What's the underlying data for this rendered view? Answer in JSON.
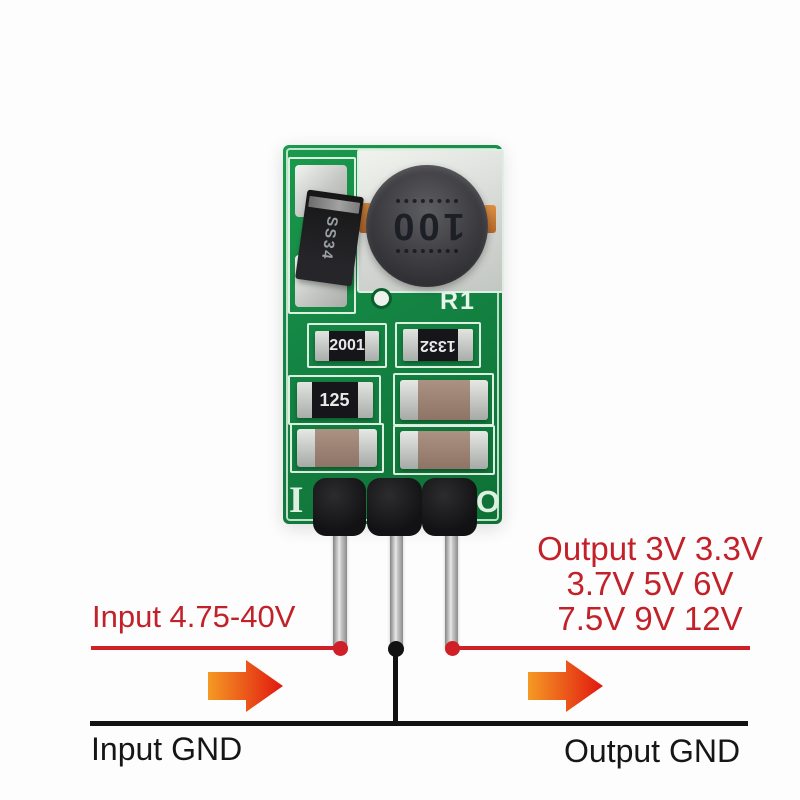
{
  "colors": {
    "red_text": "#c3212a",
    "red_line": "#ce2026",
    "black_line": "#121212",
    "arrow_start": "#f49a24",
    "arrow_end": "#e2170f",
    "pcb_green": "#148443",
    "silkscreen": "#dcf0e2"
  },
  "annotations": {
    "input_label": "Input 4.75-40V",
    "output_line1": "Output 3V 3.3V",
    "output_line2": "3.7V 5V 6V",
    "output_line3": "7.5V 9V 12V",
    "input_gnd": "Input GND",
    "output_gnd": "Output GND"
  },
  "pcb": {
    "components": {
      "diode": "SS34",
      "inductor": "100",
      "r1": "R1",
      "res_2001": "2001",
      "res_1332": "1332",
      "res_125": "125",
      "mark_input": "I",
      "mark_output": "O"
    }
  }
}
